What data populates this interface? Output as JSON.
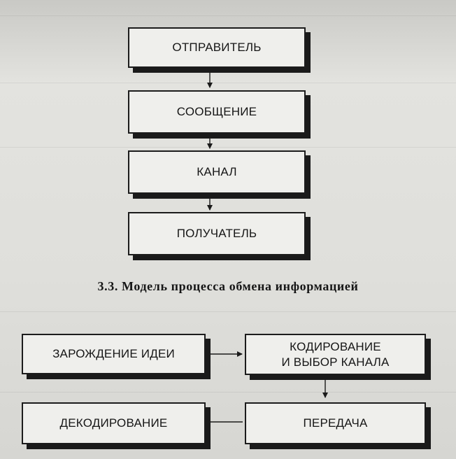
{
  "top_flow": {
    "boxes": [
      {
        "id": "sender",
        "label": "ОТПРАВИТЕЛЬ"
      },
      {
        "id": "message",
        "label": "СООБЩЕНИЕ"
      },
      {
        "id": "channel",
        "label": "КАНАЛ"
      },
      {
        "id": "receiver",
        "label": "ПОЛУЧАТЕЛЬ"
      }
    ]
  },
  "caption": "3.3. Модель процесса обмена информацией",
  "bottom_flow": {
    "boxes": [
      {
        "id": "idea",
        "label": "ЗАРОЖДЕНИЕ ИДЕИ"
      },
      {
        "id": "encoding",
        "label": "КОДИРОВАНИЕ\nИ ВЫБОР КАНАЛА"
      },
      {
        "id": "decoding",
        "label": "ДЕКОДИРОВАНИЕ"
      },
      {
        "id": "transmission",
        "label": "ПЕРЕДАЧА"
      }
    ]
  }
}
